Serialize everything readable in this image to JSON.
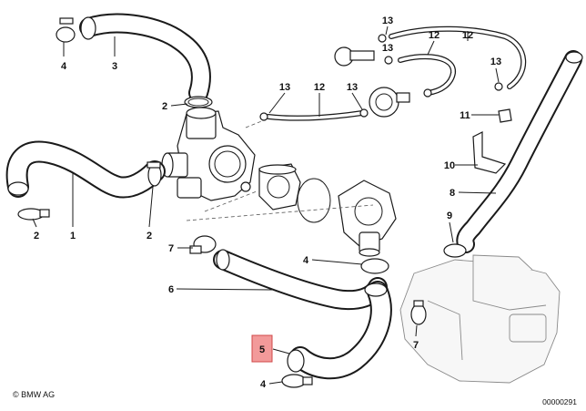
{
  "copyright": "© BMW AG",
  "diagram_number": "00000291",
  "highlighted_callout": "5",
  "callouts": [
    {
      "id": "c4a",
      "label": "4"
    },
    {
      "id": "c3",
      "label": "3"
    },
    {
      "id": "c2a",
      "label": "2"
    },
    {
      "id": "c13a",
      "label": "13"
    },
    {
      "id": "c12a",
      "label": "12"
    },
    {
      "id": "c13b",
      "label": "13"
    },
    {
      "id": "c12b",
      "label": "12"
    },
    {
      "id": "c13c",
      "label": "13"
    },
    {
      "id": "c13d",
      "label": "13"
    },
    {
      "id": "c12c",
      "label": "12"
    },
    {
      "id": "c13e",
      "label": "13"
    },
    {
      "id": "c11",
      "label": "11"
    },
    {
      "id": "c10",
      "label": "10"
    },
    {
      "id": "c8",
      "label": "8"
    },
    {
      "id": "c9",
      "label": "9"
    },
    {
      "id": "c2b",
      "label": "2"
    },
    {
      "id": "c1",
      "label": "1"
    },
    {
      "id": "c2c",
      "label": "2"
    },
    {
      "id": "c7a",
      "label": "7"
    },
    {
      "id": "c4b",
      "label": "4"
    },
    {
      "id": "c6",
      "label": "6"
    },
    {
      "id": "c7b",
      "label": "7"
    },
    {
      "id": "c5",
      "label": "5"
    },
    {
      "id": "c4c",
      "label": "4"
    }
  ]
}
